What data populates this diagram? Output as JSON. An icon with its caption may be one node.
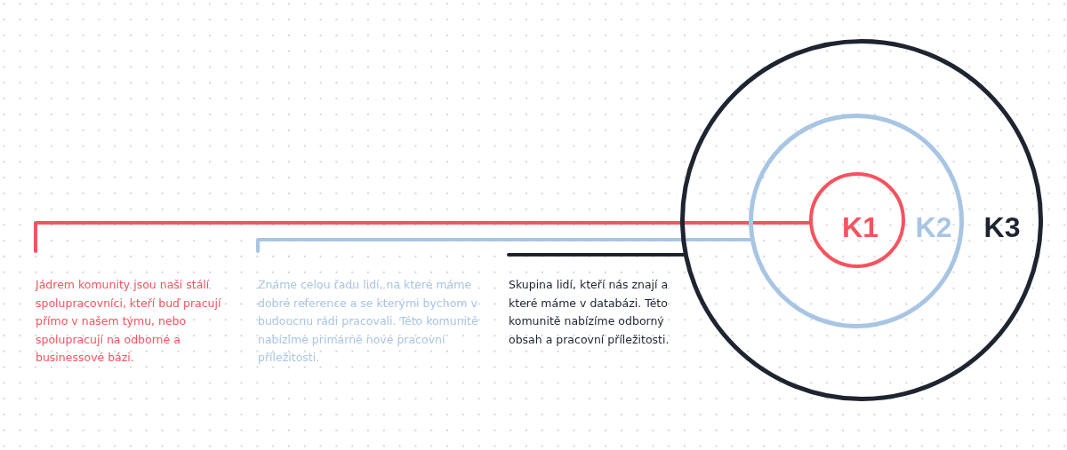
{
  "diagram": {
    "nodes": [
      {
        "text": [
          "K3"
        ]
      },
      {
        "text": [
          "K2"
        ],
        "in": 0
      },
      {
        "text": [
          "K1"
        ],
        "in": 1
      },
      {
        "text": [
          "Jádrem komunity jsou naši stálí spolupracovníci, kteří buď pracují přímo v našem týmu, nebo spolupracují na odborné a businessové bázi."
        ]
      },
      {
        "text": [
          "Známe celou řadu lidí, na které máme dobré reference a se kterými bychom v budoucnu rádi pracovali. Této komunitě nabízíme primárně nové pracovní příležitosti."
        ]
      },
      {
        "text": [
          "Skupina lidí, kteří nás znají a které máme v databázi. Této komunitě nabízíme odborný obsah a pracovní příležitosti."
        ]
      }
    ],
    "edges": [
      {
        "from": 3,
        "to": 2,
        "arrow": "none",
        "color": "#f5535f"
      },
      {
        "from": 4,
        "to": 1,
        "arrow": "none",
        "color": "#a8c5e3"
      },
      {
        "from": 5,
        "to": 0,
        "arrow": "none",
        "color": "#1e2430"
      }
    ]
  }
}
